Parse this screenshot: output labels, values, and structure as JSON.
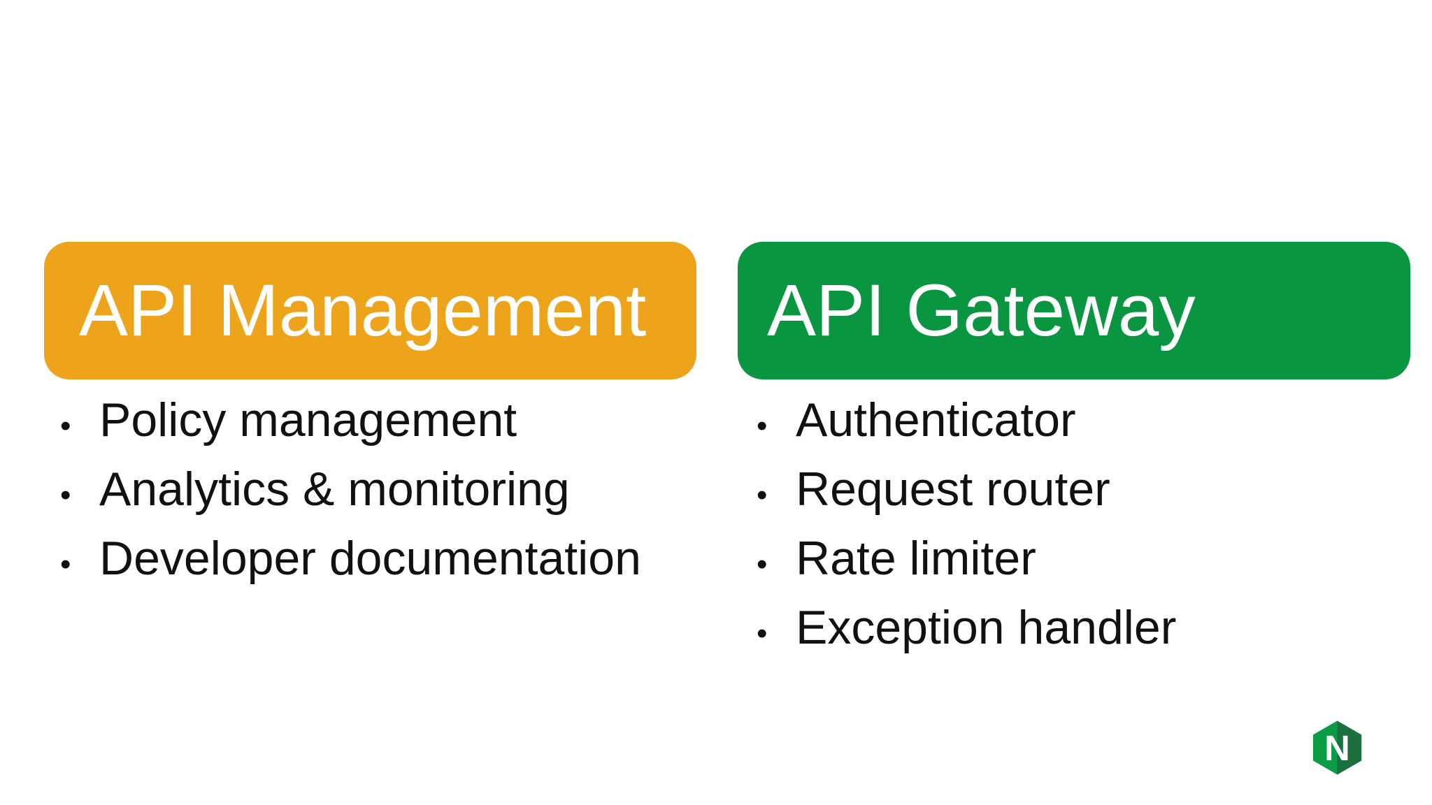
{
  "slide": {
    "background_color": "#ffffff",
    "text_color": "#111111"
  },
  "columns": [
    {
      "header": {
        "label": "API Management",
        "fill_color": "#EDA41B",
        "text_color": "#ffffff"
      },
      "bullets": [
        "Policy management",
        "Analytics & monitoring",
        "Developer documentation"
      ]
    },
    {
      "header": {
        "label": "API Gateway",
        "fill_color": "#0A9641",
        "text_color": "#ffffff"
      },
      "bullets": [
        "Authenticator",
        "Request router",
        "Rate limiter",
        "Exception handler"
      ]
    }
  ],
  "logo": {
    "name": "nginx",
    "letter": "N",
    "hex_front_color": "#0B9B45",
    "hex_side_color": "#1C6F3E",
    "letter_color": "#ffffff"
  },
  "bullet_glyph": "•"
}
